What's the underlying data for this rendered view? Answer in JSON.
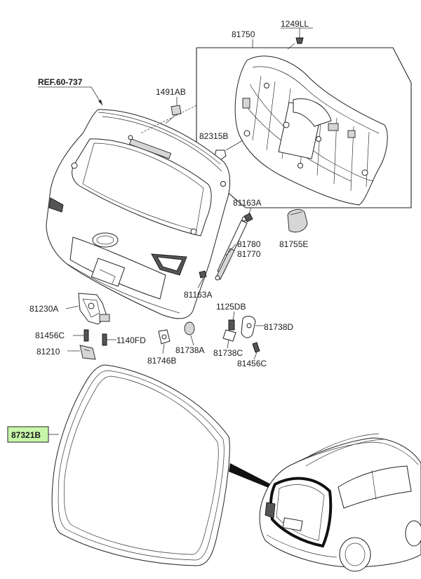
{
  "diagram": {
    "reference": "REF.60-737",
    "highlighted_part": "87321B",
    "highlight_color": "#c6f7a8",
    "callouts": {
      "c1249LL": "1249LL",
      "c81750": "81750",
      "c1491AB": "1491AB",
      "c82315B": "82315B",
      "c81163A_top": "81163A",
      "c81780": "81780",
      "c81770": "81770",
      "c81755E": "81755E",
      "c81163A_low": "81163A",
      "c81230A": "81230A",
      "c1125DB": "1125DB",
      "c81738D": "81738D",
      "c81456C_left": "81456C",
      "c1140FD": "1140FD",
      "c81738A": "81738A",
      "c81738C": "81738C",
      "c81210": "81210",
      "c81746B": "81746B",
      "c81456C_right": "81456C",
      "c87321B": "87321B"
    }
  }
}
